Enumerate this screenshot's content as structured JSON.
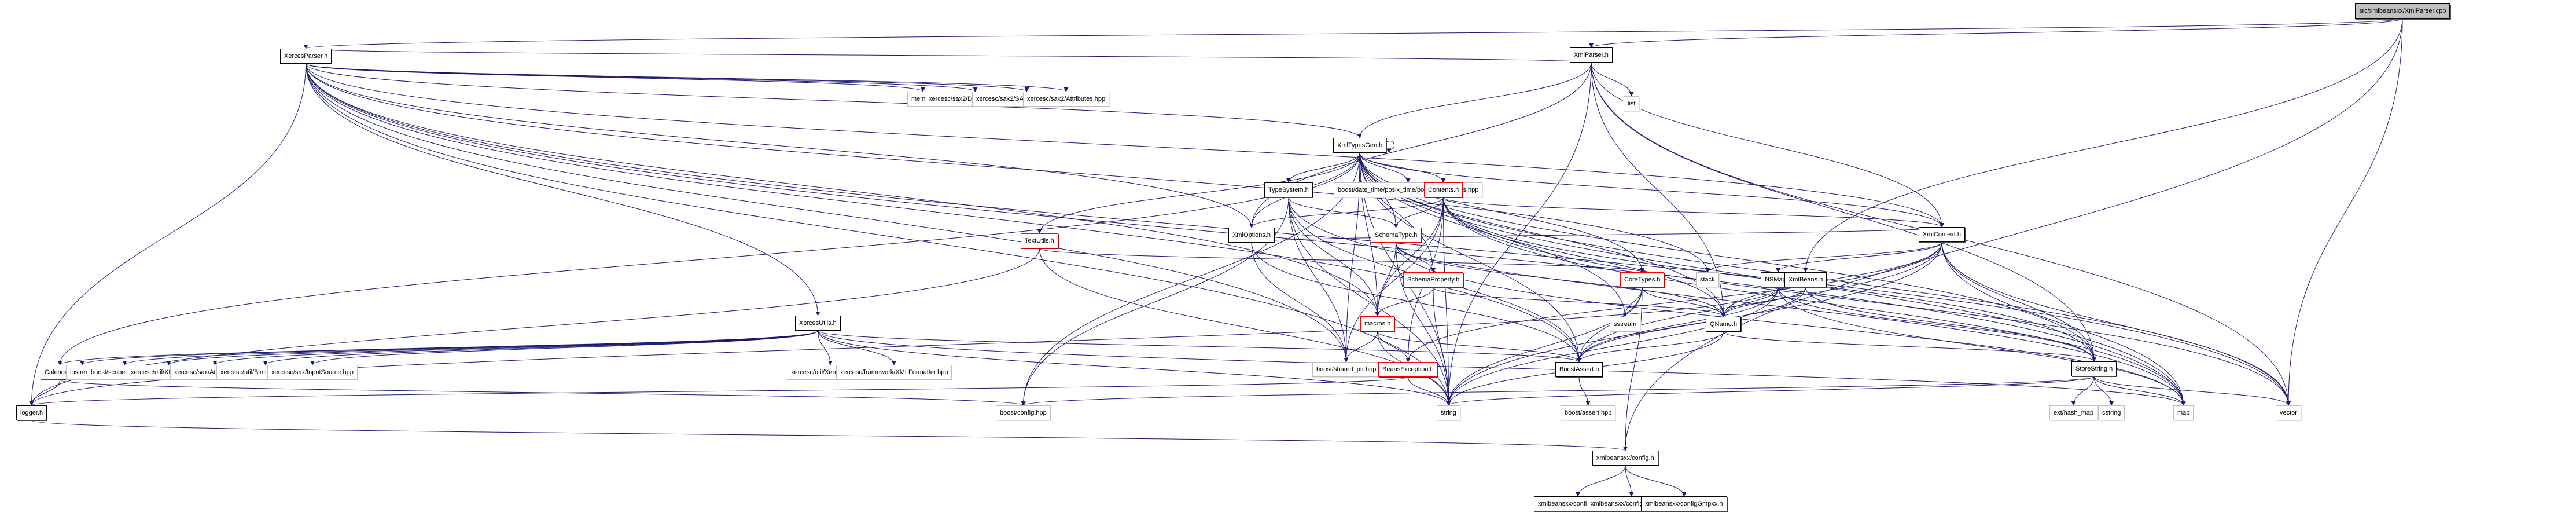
{
  "title": "src/xmlbeansxx/XmlParser.cpp include dependency graph",
  "colors": {
    "edge": "#191970",
    "documented_border": "#000000",
    "undocumented_border": "#ff0000",
    "external_border": "#bfbfbf",
    "root_fill": "#bfbfbf"
  },
  "nodes": [
    {
      "id": "root",
      "label": "src/xmlbeansxx/XmlParser.cpp",
      "kind": "root"
    },
    {
      "id": "XercesParser",
      "label": "XercesParser.h",
      "kind": "doc"
    },
    {
      "id": "memory",
      "label": "memory",
      "kind": "ext"
    },
    {
      "id": "DefaultHandler",
      "label": "xercesc/sax2/DefaultHandler.hpp",
      "kind": "ext"
    },
    {
      "id": "SAX2XMLReader",
      "label": "xercesc/sax2/SAX2XMLReader.hpp",
      "kind": "ext"
    },
    {
      "id": "Attributes",
      "label": "xercesc/sax2/Attributes.hpp",
      "kind": "ext"
    },
    {
      "id": "XmlParser",
      "label": "XmlParser.h",
      "kind": "doc"
    },
    {
      "id": "list",
      "label": "list",
      "kind": "ext"
    },
    {
      "id": "XmlTypesGen",
      "label": "XmlTypesGen.h",
      "kind": "doc"
    },
    {
      "id": "TypeSystem",
      "label": "TypeSystem.h",
      "kind": "doc"
    },
    {
      "id": "posix_time",
      "label": "boost/date_time/posix_time/posix_time_types.hpp",
      "kind": "ext"
    },
    {
      "id": "Contents",
      "label": "Contents.h",
      "kind": "red"
    },
    {
      "id": "TextUtils",
      "label": "TextUtils.h",
      "kind": "red"
    },
    {
      "id": "XmlOptions",
      "label": "XmlOptions.h",
      "kind": "doc"
    },
    {
      "id": "SchemaType",
      "label": "SchemaType.h",
      "kind": "red"
    },
    {
      "id": "XmlContext",
      "label": "XmlContext.h",
      "kind": "doc"
    },
    {
      "id": "SchemaProperty",
      "label": "SchemaProperty.h",
      "kind": "red"
    },
    {
      "id": "CoreTypes",
      "label": "CoreTypes.h",
      "kind": "red"
    },
    {
      "id": "stack",
      "label": "stack",
      "kind": "ext"
    },
    {
      "id": "NSMap",
      "label": "NSMap.h",
      "kind": "doc"
    },
    {
      "id": "XmlBeans",
      "label": "XmlBeans.h",
      "kind": "doc"
    },
    {
      "id": "XercesUtils",
      "label": "XercesUtils.h",
      "kind": "doc"
    },
    {
      "id": "macros",
      "label": "macros.h",
      "kind": "red"
    },
    {
      "id": "sstream",
      "label": "sstream",
      "kind": "ext"
    },
    {
      "id": "QName",
      "label": "QName.h",
      "kind": "doc"
    },
    {
      "id": "Calendar",
      "label": "Calendar.h",
      "kind": "red"
    },
    {
      "id": "iostream",
      "label": "iostream",
      "kind": "ext"
    },
    {
      "id": "scoped_array",
      "label": "boost/scoped_array.hpp",
      "kind": "ext"
    },
    {
      "id": "XMLString",
      "label": "xercesc/util/XMLString.hpp",
      "kind": "ext"
    },
    {
      "id": "AttributeList",
      "label": "xercesc/sax/AttributeList.hpp",
      "kind": "ext"
    },
    {
      "id": "BinInputStream",
      "label": "xercesc/util/BinInputStream.hpp",
      "kind": "ext"
    },
    {
      "id": "InputSource",
      "label": "xercesc/sax/InputSource.hpp",
      "kind": "ext"
    },
    {
      "id": "XercesDefs",
      "label": "xercesc/util/XercesDefs.hpp",
      "kind": "ext"
    },
    {
      "id": "XMLFormatter",
      "label": "xercesc/framework/XMLFormatter.hpp",
      "kind": "ext"
    },
    {
      "id": "shared_ptr",
      "label": "boost/shared_ptr.hpp",
      "kind": "ext"
    },
    {
      "id": "BeansException",
      "label": "BeansException.h",
      "kind": "red"
    },
    {
      "id": "BoostAssert",
      "label": "BoostAssert.h",
      "kind": "doc"
    },
    {
      "id": "StoreString",
      "label": "StoreString.h",
      "kind": "doc"
    },
    {
      "id": "logger",
      "label": "logger.h",
      "kind": "doc"
    },
    {
      "id": "boost_config",
      "label": "boost/config.hpp",
      "kind": "ext"
    },
    {
      "id": "string",
      "label": "string",
      "kind": "ext"
    },
    {
      "id": "boost_assert",
      "label": "boost/assert.hpp",
      "kind": "ext"
    },
    {
      "id": "hash_map",
      "label": "ext/hash_map",
      "kind": "ext"
    },
    {
      "id": "cstring",
      "label": "cstring",
      "kind": "ext"
    },
    {
      "id": "map",
      "label": "map",
      "kind": "ext"
    },
    {
      "id": "vector",
      "label": "vector",
      "kind": "ext"
    },
    {
      "id": "config",
      "label": "xmlbeansxx/config.h",
      "kind": "doc"
    },
    {
      "id": "configLibxml2",
      "label": "xmlbeansxx/configLibxml2.h",
      "kind": "doc"
    },
    {
      "id": "configLog4cxx",
      "label": "xmlbeansxx/configLog4cxx.h",
      "kind": "doc"
    },
    {
      "id": "configGmpxx",
      "label": "xmlbeansxx/configGmpxx.h",
      "kind": "doc"
    }
  ],
  "edges": [
    [
      "root",
      "XercesParser"
    ],
    [
      "root",
      "XmlParser"
    ],
    [
      "root",
      "XmlBeans"
    ],
    [
      "root",
      "config"
    ],
    [
      "root",
      "vector"
    ],
    [
      "XercesParser",
      "memory"
    ],
    [
      "XercesParser",
      "DefaultHandler"
    ],
    [
      "XercesParser",
      "SAX2XMLReader"
    ],
    [
      "XercesParser",
      "Attributes"
    ],
    [
      "XercesParser",
      "XmlParser"
    ],
    [
      "XercesParser",
      "XmlTypesGen"
    ],
    [
      "XercesParser",
      "XmlOptions"
    ],
    [
      "XercesParser",
      "XercesUtils"
    ],
    [
      "XercesParser",
      "XmlContext"
    ],
    [
      "XercesParser",
      "stack"
    ],
    [
      "XercesParser",
      "BoostAssert"
    ],
    [
      "XercesParser",
      "string"
    ],
    [
      "XercesParser",
      "shared_ptr"
    ],
    [
      "XercesParser",
      "logger"
    ],
    [
      "XercesParser",
      "map"
    ],
    [
      "XercesParser",
      "vector"
    ],
    [
      "XercesParser",
      "macros"
    ],
    [
      "XmlParser",
      "list"
    ],
    [
      "XmlParser",
      "XmlTypesGen"
    ],
    [
      "XmlParser",
      "XmlOptions"
    ],
    [
      "XmlParser",
      "XmlContext"
    ],
    [
      "XmlParser",
      "QName"
    ],
    [
      "XmlParser",
      "string"
    ],
    [
      "XmlParser",
      "StoreString"
    ],
    [
      "XmlParser",
      "vector"
    ],
    [
      "XmlTypesGen",
      "XmlTypesGen"
    ],
    [
      "XmlTypesGen",
      "TypeSystem"
    ],
    [
      "XmlTypesGen",
      "posix_time"
    ],
    [
      "XmlTypesGen",
      "Contents"
    ],
    [
      "XmlTypesGen",
      "TextUtils"
    ],
    [
      "XmlTypesGen",
      "XmlOptions"
    ],
    [
      "XmlTypesGen",
      "SchemaType"
    ],
    [
      "XmlTypesGen",
      "XmlContext"
    ],
    [
      "XmlTypesGen",
      "SchemaProperty"
    ],
    [
      "XmlTypesGen",
      "CoreTypes"
    ],
    [
      "XmlTypesGen",
      "macros"
    ],
    [
      "XmlTypesGen",
      "sstream"
    ],
    [
      "XmlTypesGen",
      "BoostAssert"
    ],
    [
      "XmlTypesGen",
      "shared_ptr"
    ],
    [
      "XmlTypesGen",
      "string"
    ],
    [
      "XmlTypesGen",
      "map"
    ],
    [
      "XmlTypesGen",
      "vector"
    ],
    [
      "XmlTypesGen",
      "Calendar"
    ],
    [
      "XmlTypesGen",
      "StoreString"
    ],
    [
      "XmlTypesGen",
      "boost_config"
    ],
    [
      "XmlTypesGen",
      "QName"
    ],
    [
      "TypeSystem",
      "SchemaType"
    ],
    [
      "TypeSystem",
      "macros"
    ],
    [
      "TypeSystem",
      "string"
    ],
    [
      "TypeSystem",
      "shared_ptr"
    ],
    [
      "TypeSystem",
      "map"
    ],
    [
      "TypeSystem",
      "boost_config"
    ],
    [
      "TypeSystem",
      "BoostAssert"
    ],
    [
      "Contents",
      "XmlOptions"
    ],
    [
      "Contents",
      "SchemaType"
    ],
    [
      "Contents",
      "XmlContext"
    ],
    [
      "Contents",
      "QName"
    ],
    [
      "Contents",
      "macros"
    ],
    [
      "Contents",
      "string"
    ],
    [
      "Contents",
      "map"
    ],
    [
      "Contents",
      "vector"
    ],
    [
      "Contents",
      "BeansException"
    ],
    [
      "Contents",
      "shared_ptr"
    ],
    [
      "Contents",
      "StoreString"
    ],
    [
      "TextUtils",
      "CoreTypes"
    ],
    [
      "TextUtils",
      "string"
    ],
    [
      "TextUtils",
      "logger"
    ],
    [
      "XmlOptions",
      "shared_ptr"
    ],
    [
      "XmlOptions",
      "BoostAssert"
    ],
    [
      "SchemaType",
      "SchemaProperty"
    ],
    [
      "SchemaType",
      "macros"
    ],
    [
      "SchemaType",
      "QName"
    ],
    [
      "SchemaType",
      "string"
    ],
    [
      "SchemaType",
      "map"
    ],
    [
      "SchemaProperty",
      "macros"
    ],
    [
      "SchemaProperty",
      "string"
    ],
    [
      "SchemaProperty",
      "QName"
    ],
    [
      "XmlContext",
      "stack"
    ],
    [
      "XmlContext",
      "NSMap"
    ],
    [
      "XmlContext",
      "XmlOptions"
    ],
    [
      "XmlContext",
      "QName"
    ],
    [
      "XmlContext",
      "BoostAssert"
    ],
    [
      "XmlContext",
      "string"
    ],
    [
      "XmlContext",
      "map"
    ],
    [
      "XmlContext",
      "vector"
    ],
    [
      "XmlContext",
      "StoreString"
    ],
    [
      "XmlContext",
      "BeansException"
    ],
    [
      "CoreTypes",
      "sstream"
    ],
    [
      "CoreTypes",
      "QName"
    ],
    [
      "CoreTypes",
      "BoostAssert"
    ],
    [
      "CoreTypes",
      "string"
    ],
    [
      "CoreTypes",
      "config"
    ],
    [
      "NSMap",
      "QName"
    ],
    [
      "NSMap",
      "StoreString"
    ],
    [
      "NSMap",
      "BoostAssert"
    ],
    [
      "NSMap",
      "map"
    ],
    [
      "NSMap",
      "string"
    ],
    [
      "NSMap",
      "logger"
    ],
    [
      "XmlBeans",
      "QName"
    ],
    [
      "XmlBeans",
      "StoreString"
    ],
    [
      "XmlBeans",
      "BoostAssert"
    ],
    [
      "XercesUtils",
      "Calendar"
    ],
    [
      "XercesUtils",
      "iostream"
    ],
    [
      "XercesUtils",
      "scoped_array"
    ],
    [
      "XercesUtils",
      "XMLString"
    ],
    [
      "XercesUtils",
      "AttributeList"
    ],
    [
      "XercesUtils",
      "BinInputStream"
    ],
    [
      "XercesUtils",
      "InputSource"
    ],
    [
      "XercesUtils",
      "XercesDefs"
    ],
    [
      "XercesUtils",
      "XMLFormatter"
    ],
    [
      "XercesUtils",
      "BoostAssert"
    ],
    [
      "XercesUtils",
      "string"
    ],
    [
      "XercesUtils",
      "map"
    ],
    [
      "macros",
      "shared_ptr"
    ],
    [
      "macros",
      "BeansException"
    ],
    [
      "macros",
      "BoostAssert"
    ],
    [
      "macros",
      "string"
    ],
    [
      "QName",
      "BoostAssert"
    ],
    [
      "QName",
      "StoreString"
    ],
    [
      "QName",
      "string"
    ],
    [
      "Calendar",
      "logger"
    ],
    [
      "Calendar",
      "boost_config"
    ],
    [
      "BeansException",
      "string"
    ],
    [
      "BeansException",
      "logger"
    ],
    [
      "BoostAssert",
      "boost_assert"
    ],
    [
      "StoreString",
      "hash_map"
    ],
    [
      "StoreString",
      "cstring"
    ],
    [
      "StoreString",
      "map"
    ],
    [
      "StoreString",
      "vector"
    ],
    [
      "StoreString",
      "string"
    ],
    [
      "StoreString",
      "boost_config"
    ],
    [
      "logger",
      "config"
    ],
    [
      "config",
      "configLibxml2"
    ],
    [
      "config",
      "configLog4cxx"
    ],
    [
      "config",
      "configGmpxx"
    ]
  ]
}
